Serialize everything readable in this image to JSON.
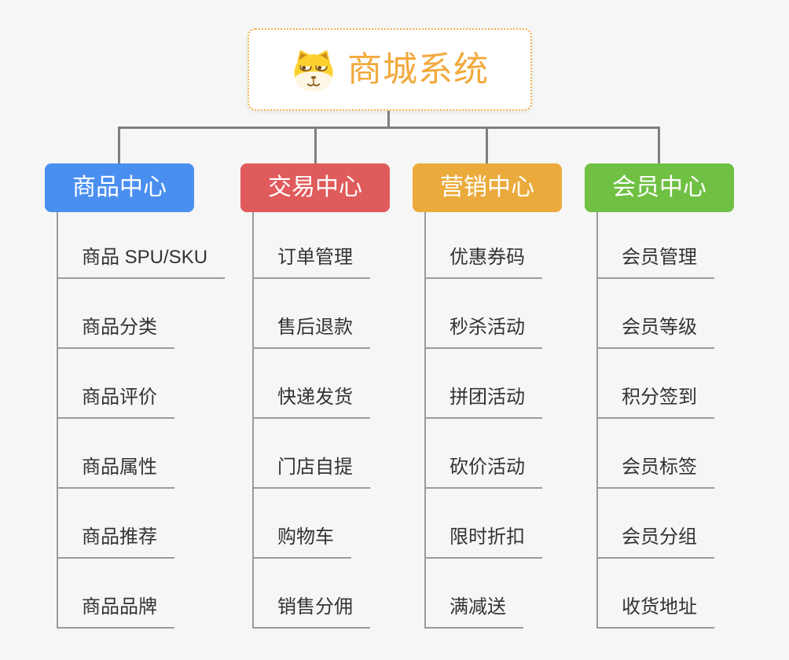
{
  "root": {
    "title": "商城系统",
    "icon": "shiba-dog-icon"
  },
  "branches": [
    {
      "label": "商品中心",
      "color": "#4a8ff0",
      "children": [
        "商品 SPU/SKU",
        "商品分类",
        "商品评价",
        "商品属性",
        "商品推荐",
        "商品品牌"
      ]
    },
    {
      "label": "交易中心",
      "color": "#e05b5b",
      "children": [
        "订单管理",
        "售后退款",
        "快递发货",
        "门店自提",
        "购物车",
        "销售分佣"
      ]
    },
    {
      "label": "营销中心",
      "color": "#ebab3c",
      "children": [
        "优惠券码",
        "秒杀活动",
        "拼团活动",
        "砍价活动",
        "限时折扣",
        "满减送"
      ]
    },
    {
      "label": "会员中心",
      "color": "#6fc043",
      "children": [
        "会员管理",
        "会员等级",
        "积分签到",
        "会员标签",
        "会员分组",
        "收货地址"
      ]
    }
  ],
  "colors": {
    "canvas_background": "#f5f6f5",
    "root_border": "#f3b04a",
    "root_text": "#f2a93c",
    "connector_main": "#7f7f7f",
    "connector_sub": "#9b9b9b",
    "child_text": "#333333"
  }
}
